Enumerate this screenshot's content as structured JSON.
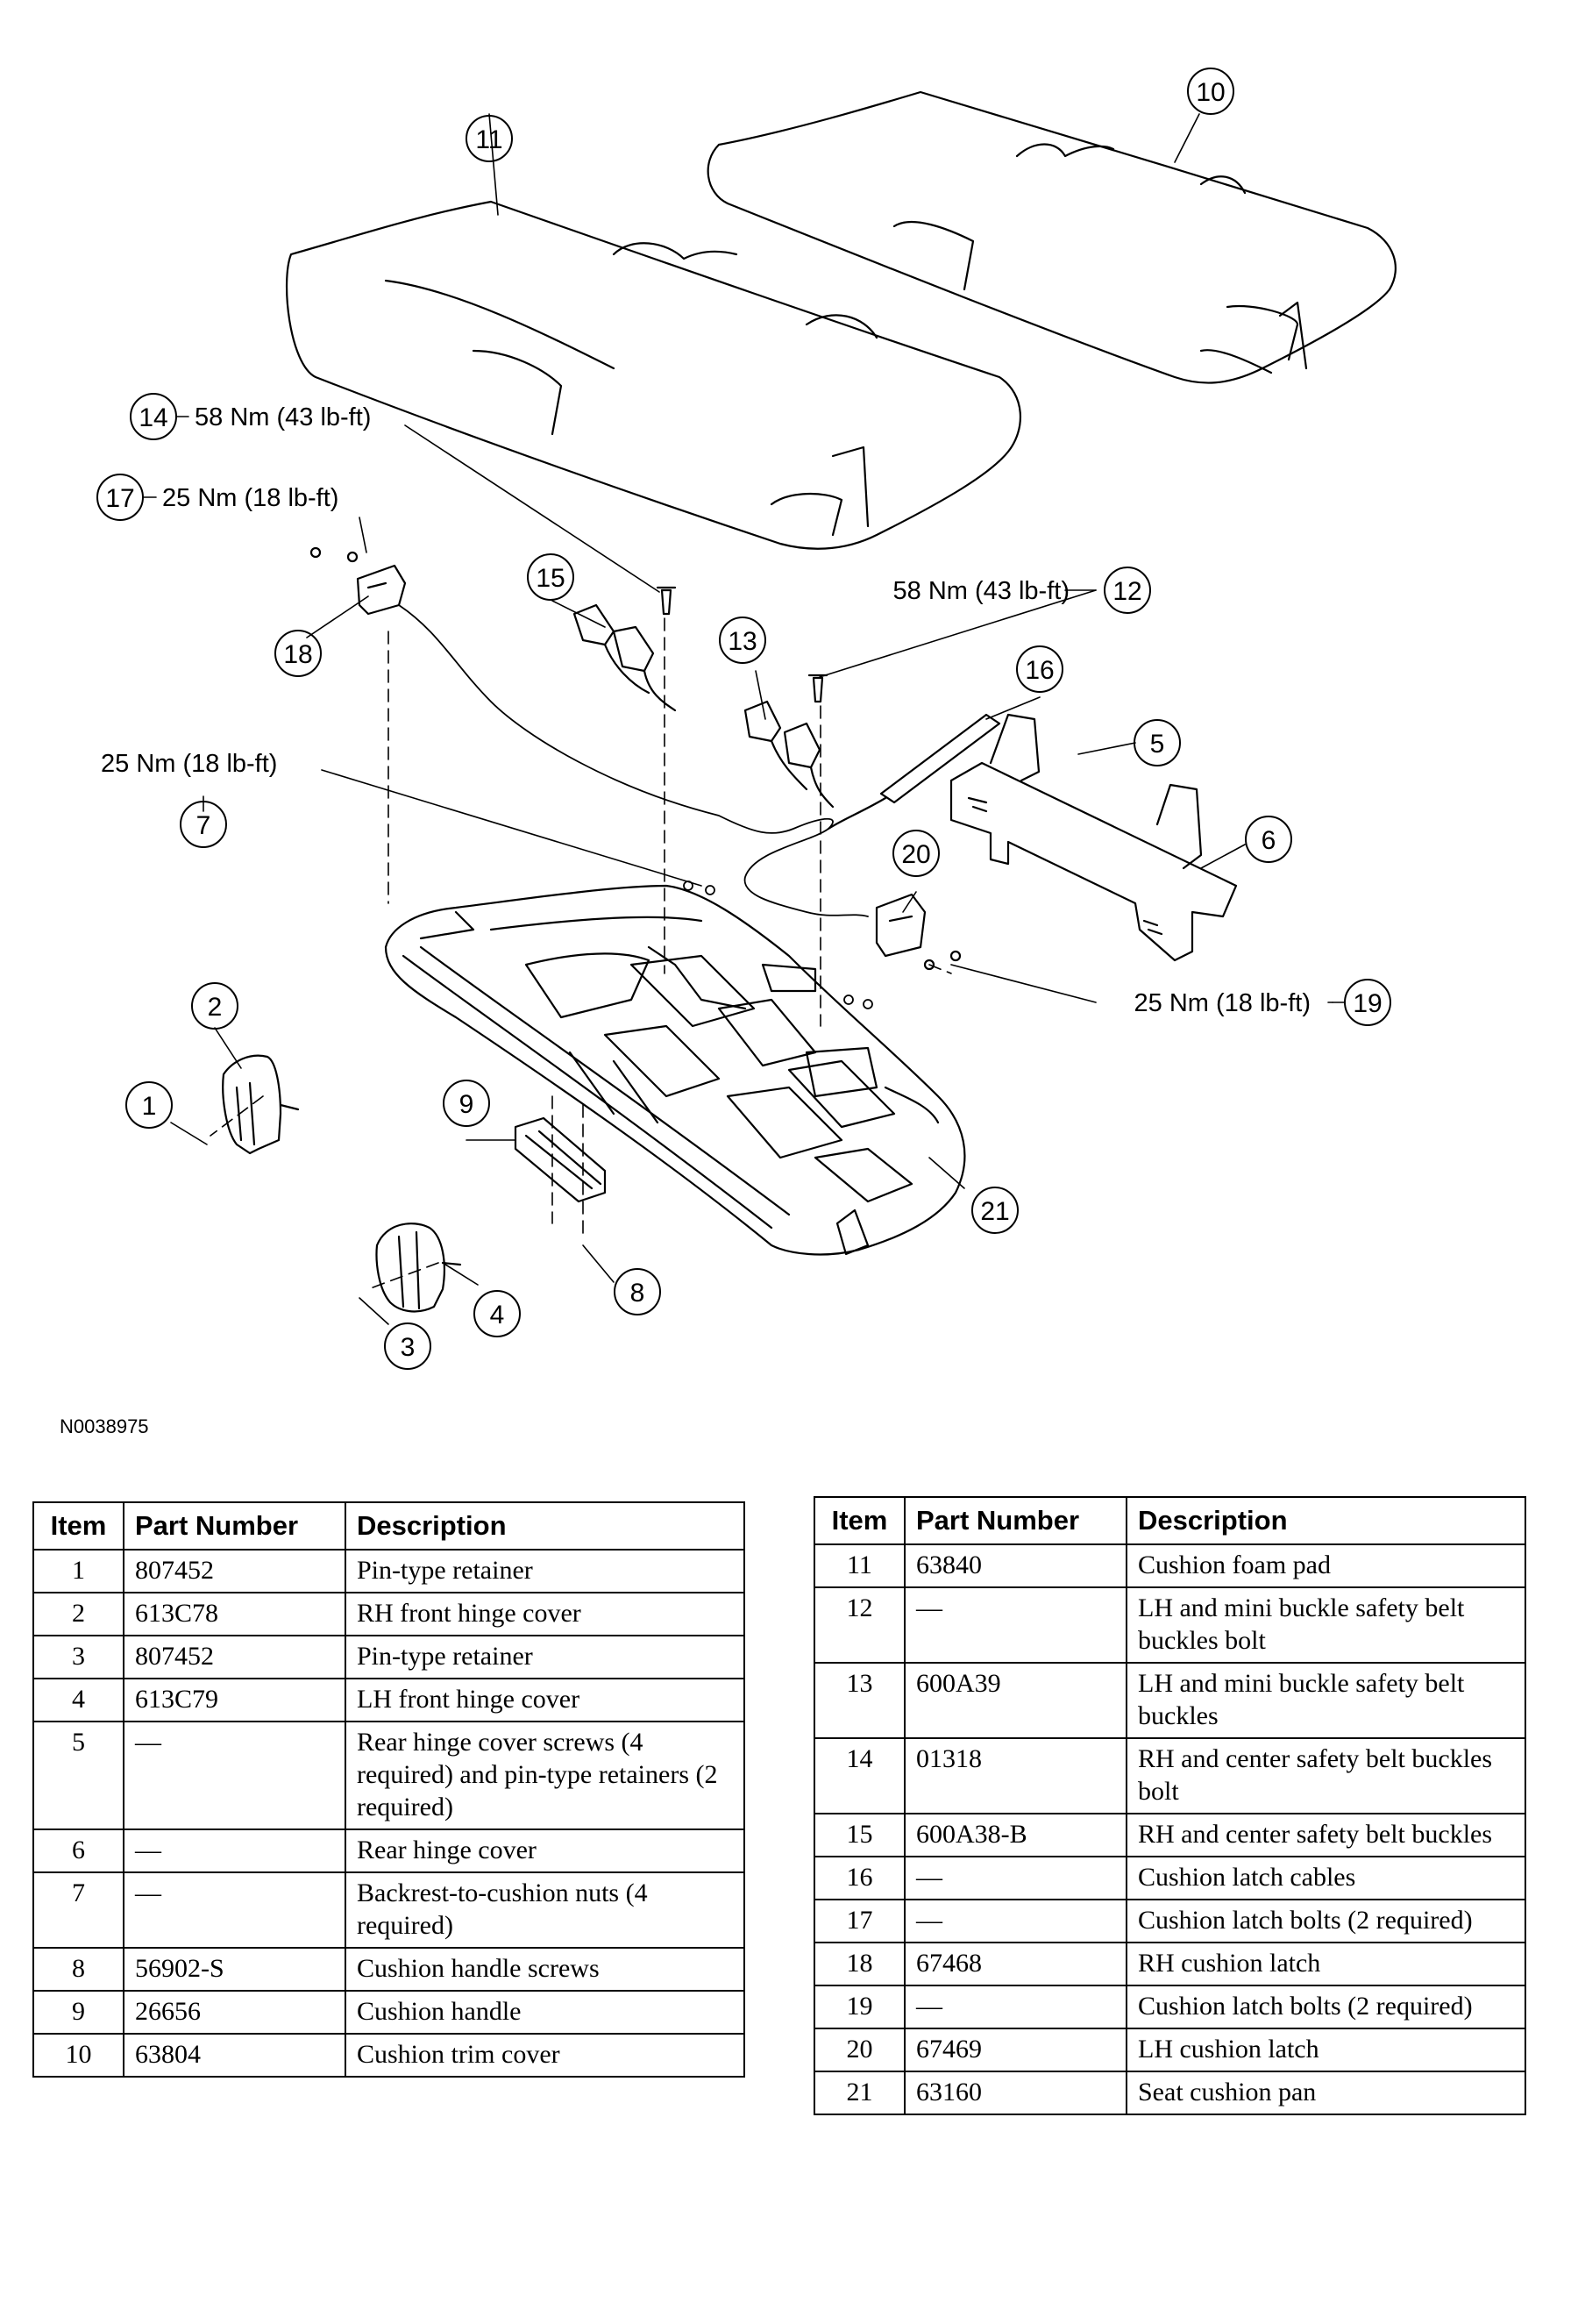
{
  "figure": {
    "id": "N0038975",
    "callouts": [
      "1",
      "2",
      "3",
      "4",
      "5",
      "6",
      "7",
      "8",
      "9",
      "10",
      "11",
      "12",
      "13",
      "14",
      "15",
      "16",
      "17",
      "18",
      "19",
      "20",
      "21"
    ],
    "torque_labels": {
      "t14": "58 Nm (43 lb-ft)",
      "t17": "25 Nm (18 lb-ft)",
      "t12": "58 Nm (43 lb-ft)",
      "t7": "25 Nm (18 lb-ft)",
      "t19": "25 Nm (18 lb-ft)"
    }
  },
  "parts_table": {
    "headers": {
      "item": "Item",
      "part_number": "Part Number",
      "description": "Description"
    },
    "left_rows": [
      {
        "item": "1",
        "part": "807452",
        "desc": "Pin-type retainer"
      },
      {
        "item": "2",
        "part": "613C78",
        "desc": "RH front hinge cover"
      },
      {
        "item": "3",
        "part": "807452",
        "desc": "Pin-type retainer"
      },
      {
        "item": "4",
        "part": "613C79",
        "desc": "LH front hinge cover"
      },
      {
        "item": "5",
        "part": "—",
        "desc": "Rear hinge cover screws (4 required) and pin-type retainers (2 required)"
      },
      {
        "item": "6",
        "part": "—",
        "desc": "Rear hinge cover"
      },
      {
        "item": "7",
        "part": "—",
        "desc": "Backrest-to-cushion nuts (4 required)"
      },
      {
        "item": "8",
        "part": "56902-S",
        "desc": "Cushion handle screws"
      },
      {
        "item": "9",
        "part": "26656",
        "desc": "Cushion handle"
      },
      {
        "item": "10",
        "part": "63804",
        "desc": "Cushion trim cover"
      }
    ],
    "right_rows": [
      {
        "item": "11",
        "part": "63840",
        "desc": "Cushion foam pad"
      },
      {
        "item": "12",
        "part": "—",
        "desc": "LH and mini buckle safety belt buckles bolt"
      },
      {
        "item": "13",
        "part": "600A39",
        "desc": "LH and mini buckle safety belt buckles"
      },
      {
        "item": "14",
        "part": "01318",
        "desc": "RH and center safety belt buckles bolt"
      },
      {
        "item": "15",
        "part": "600A38-B",
        "desc": "RH and center safety belt buckles"
      },
      {
        "item": "16",
        "part": "—",
        "desc": "Cushion latch cables"
      },
      {
        "item": "17",
        "part": "—",
        "desc": "Cushion latch bolts (2 required)"
      },
      {
        "item": "18",
        "part": "67468",
        "desc": "RH cushion latch"
      },
      {
        "item": "19",
        "part": "—",
        "desc": "Cushion latch bolts (2 required)"
      },
      {
        "item": "20",
        "part": "67469",
        "desc": "LH cushion latch"
      },
      {
        "item": "21",
        "part": "63160",
        "desc": "Seat cushion pan"
      }
    ]
  }
}
